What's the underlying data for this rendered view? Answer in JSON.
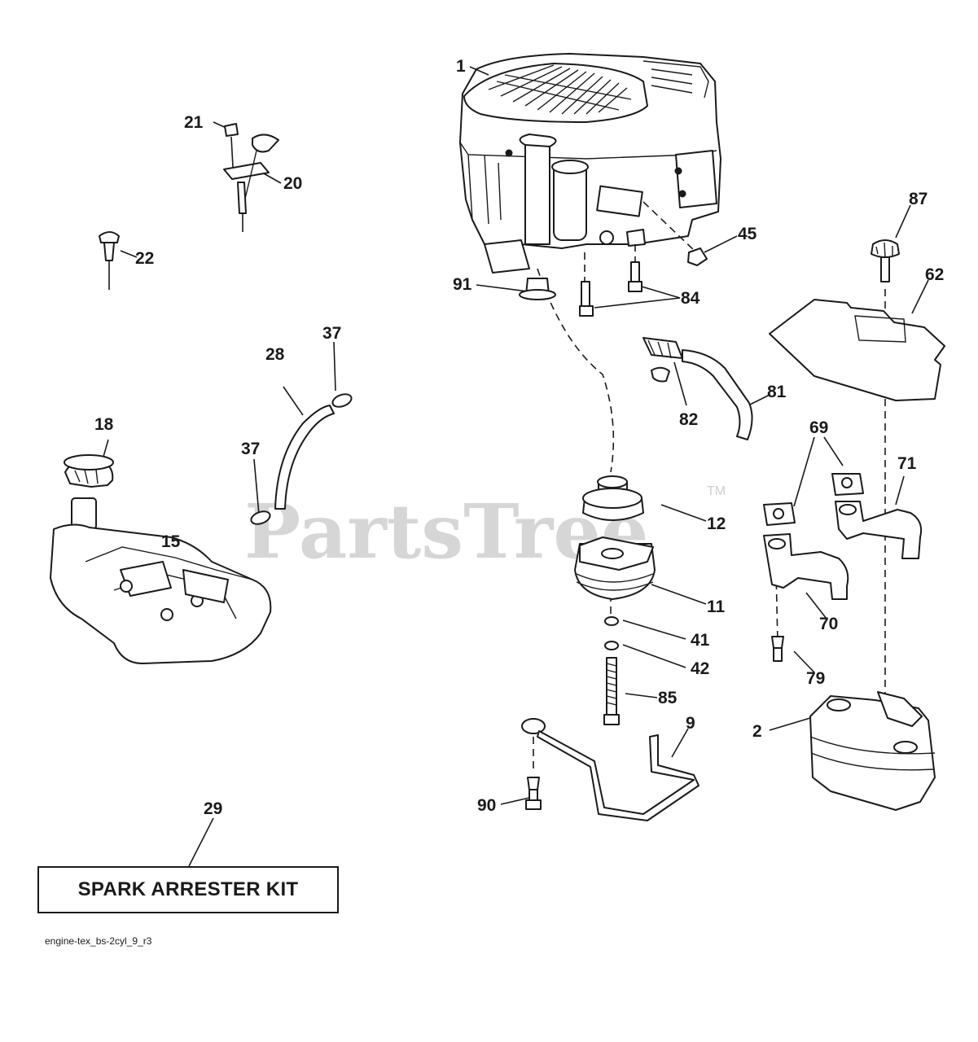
{
  "watermark": {
    "text": "PartsTree",
    "tm": "TM"
  },
  "parts": [
    {
      "id": "p1",
      "label": "1"
    },
    {
      "id": "p2",
      "label": "2"
    },
    {
      "id": "p9",
      "label": "9"
    },
    {
      "id": "p11",
      "label": "11"
    },
    {
      "id": "p12",
      "label": "12"
    },
    {
      "id": "p15",
      "label": "15"
    },
    {
      "id": "p18",
      "label": "18"
    },
    {
      "id": "p20",
      "label": "20"
    },
    {
      "id": "p21",
      "label": "21"
    },
    {
      "id": "p22",
      "label": "22"
    },
    {
      "id": "p28",
      "label": "28"
    },
    {
      "id": "p29",
      "label": "29"
    },
    {
      "id": "p37a",
      "label": "37"
    },
    {
      "id": "p37b",
      "label": "37"
    },
    {
      "id": "p41",
      "label": "41"
    },
    {
      "id": "p42",
      "label": "42"
    },
    {
      "id": "p45",
      "label": "45"
    },
    {
      "id": "p62",
      "label": "62"
    },
    {
      "id": "p69",
      "label": "69"
    },
    {
      "id": "p70",
      "label": "70"
    },
    {
      "id": "p71",
      "label": "71"
    },
    {
      "id": "p79",
      "label": "79"
    },
    {
      "id": "p81",
      "label": "81"
    },
    {
      "id": "p82",
      "label": "82"
    },
    {
      "id": "p84",
      "label": "84"
    },
    {
      "id": "p85",
      "label": "85"
    },
    {
      "id": "p87",
      "label": "87"
    },
    {
      "id": "p90",
      "label": "90"
    },
    {
      "id": "p91",
      "label": "91"
    }
  ],
  "kit": {
    "label": "SPARK ARRESTER KIT"
  },
  "diagram_id": "engine-tex_bs-2cyl_9_r3"
}
